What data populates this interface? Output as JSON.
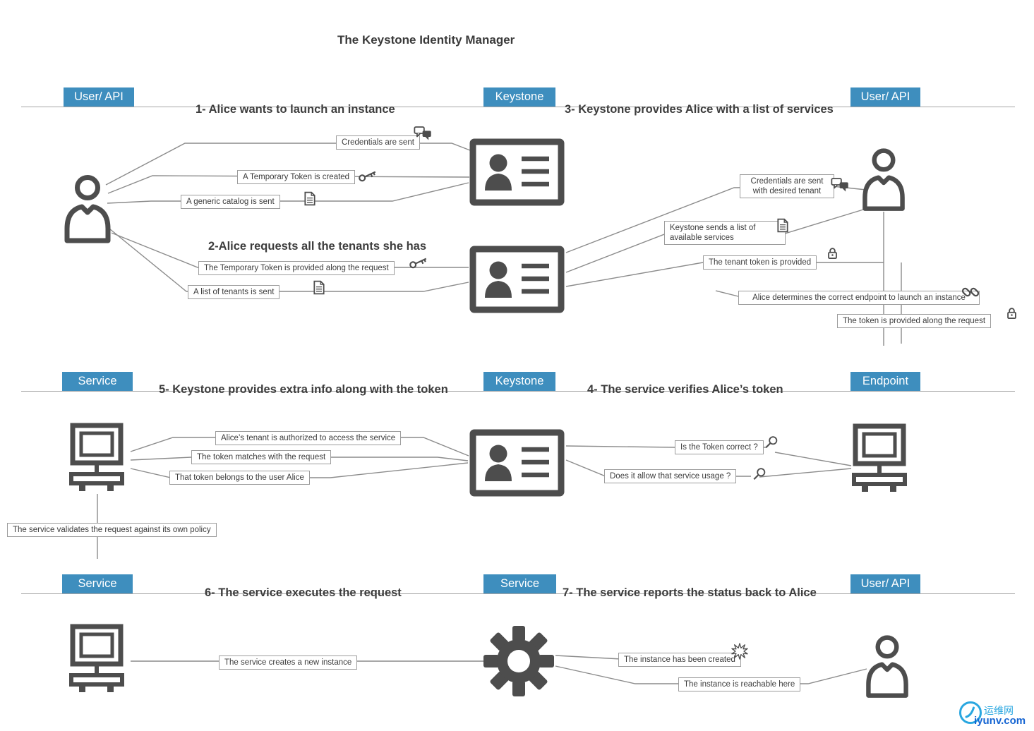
{
  "title": "The Keystone Identity Manager",
  "lanes": {
    "row1": {
      "left": "User/ API",
      "center": "Keystone",
      "right": "User/ API"
    },
    "row2": {
      "left": "Service",
      "center": "Keystone",
      "right": "Endpoint"
    },
    "row3": {
      "left": "Service",
      "center": "Service",
      "right": "User/ API"
    }
  },
  "sections": {
    "s1": "1- Alice wants to launch an instance",
    "s2": "2-Alice requests all the tenants she has",
    "s3": "3- Keystone provides Alice with a list of services",
    "s4": "4- The service verifies Alice’s token",
    "s5": "5- Keystone provides extra info along with the token",
    "s6": "6- The service executes the request",
    "s7": "7- The service reports the status back to Alice"
  },
  "labels": {
    "credentials_sent": "Credentials are sent",
    "temp_token_created": "A Temporary Token is created",
    "generic_catalog": "A generic catalog is sent",
    "temp_token_provided": "The Temporary Token is provided along the request",
    "tenants_list": "A list of tenants is sent",
    "credentials_tenant": "Credentials are sent with desired tenant",
    "services_list": "Keystone sends a list of available services",
    "tenant_token": "The tenant token is provided",
    "endpoint_determine": "Alice determines the correct endpoint to launch an instance",
    "token_with_request": "The token is provided along the request",
    "tenant_authorized": "Alice’s tenant is authorized to access the service",
    "token_matches": "The token matches with the request",
    "token_belongs": "That token belongs to the user Alice",
    "policy_validate": "The service validates the request against its own policy",
    "token_correct": "Is the Token correct ?",
    "service_usage": "Does it allow that service usage ?",
    "creates_instance": "The service creates a new instance",
    "instance_created": "The instance has been created",
    "instance_reachable": "The instance is reachable here"
  },
  "watermark": {
    "name": "运维网",
    "url": "iyunv.com"
  },
  "colors": {
    "lane_header": "#3e8ebe",
    "icon": "#4d4d4d",
    "connector_line": "#8c8c8c",
    "label_border": "#9c9c9c",
    "watermark_light_blue": "#2aa7e0",
    "watermark_dark_blue": "#1464d2"
  }
}
